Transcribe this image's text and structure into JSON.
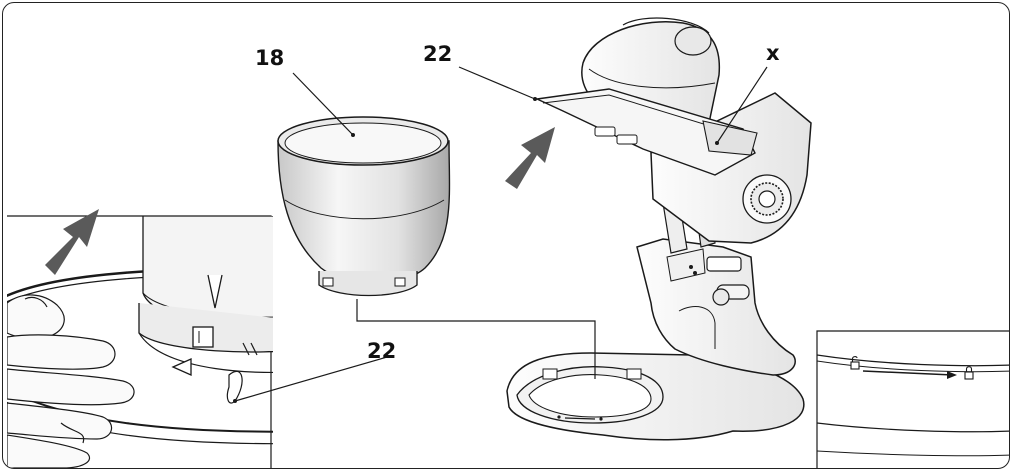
{
  "labels": {
    "bowl": "18",
    "splash_guard_top": "22",
    "mixer_head": "x",
    "splash_guard_inset": "22"
  },
  "icons": {
    "insert_arrow": "arrow-icon",
    "unlock": "padlock-open-icon",
    "lock": "padlock-closed-icon",
    "alignment_triangle": "triangle-marker-icon"
  },
  "colors": {
    "line": "#1a1a1a",
    "arrow": "#555555",
    "shade": "#d9d9d9"
  }
}
